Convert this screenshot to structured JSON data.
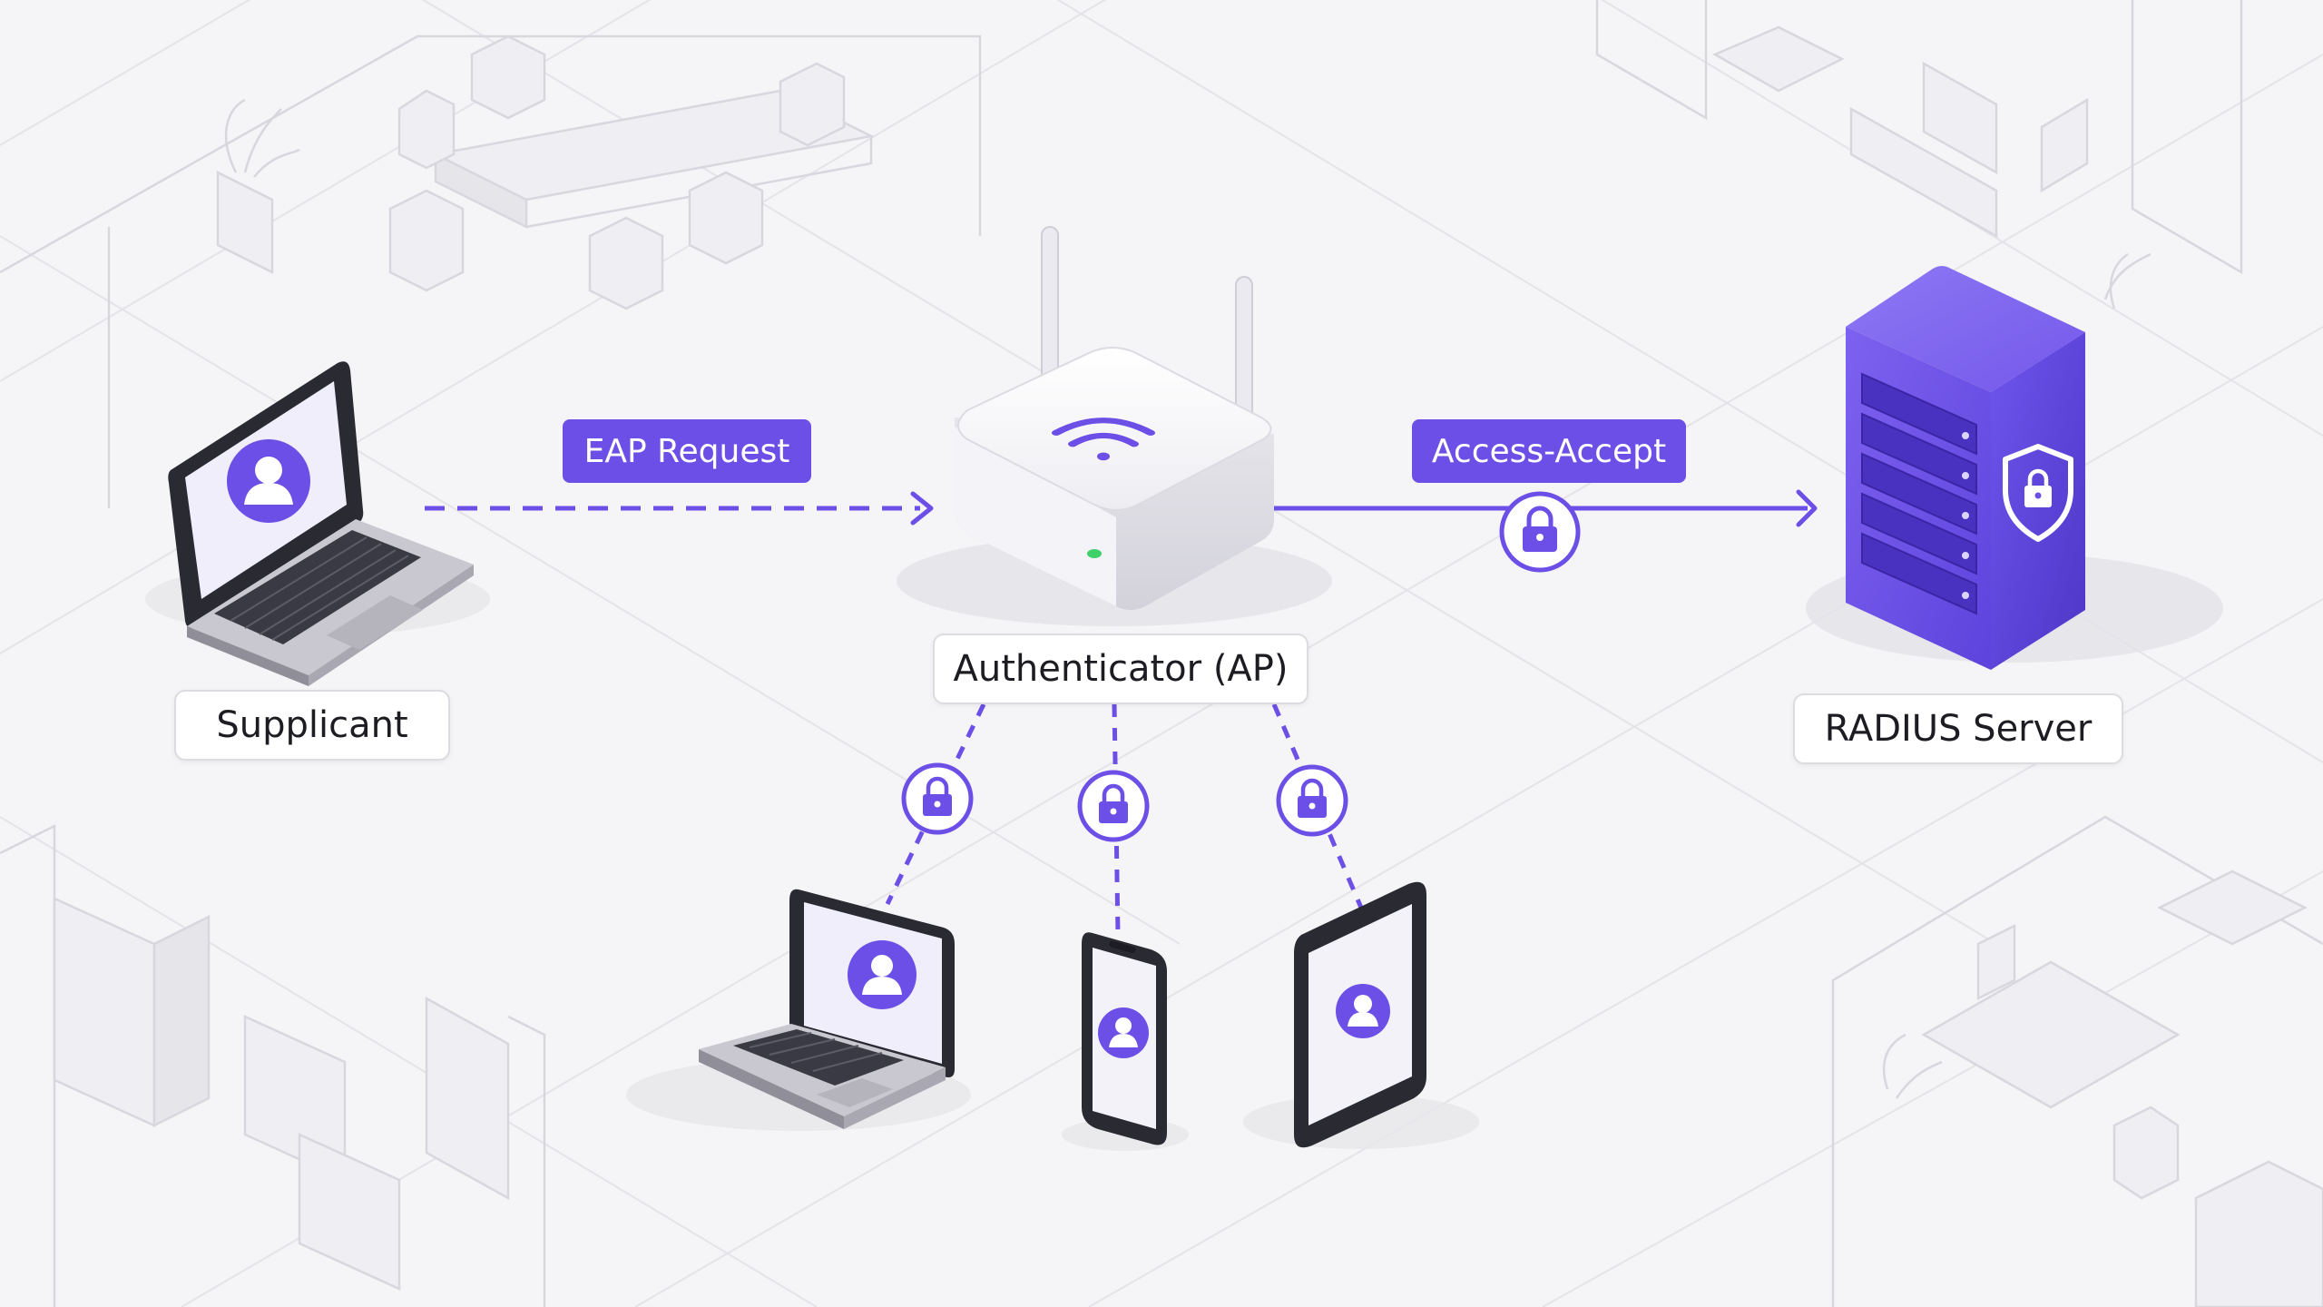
{
  "labels": {
    "supplicant": "Supplicant",
    "authenticator": "Authenticator (AP)",
    "radius": "RADIUS Server"
  },
  "messages": {
    "eap_request": "EAP Request",
    "access_accept": "Access-Accept"
  },
  "colors": {
    "accent": "#6c4fe6",
    "accent_dark": "#5a3fd6",
    "accent_light": "#ebe6fd",
    "background": "#f5f4f6",
    "led": "#3ed16a"
  },
  "icons": {
    "wifi": "wifi-icon",
    "lock": "lock-icon",
    "user": "user-icon",
    "shield": "shield-lock-icon"
  }
}
